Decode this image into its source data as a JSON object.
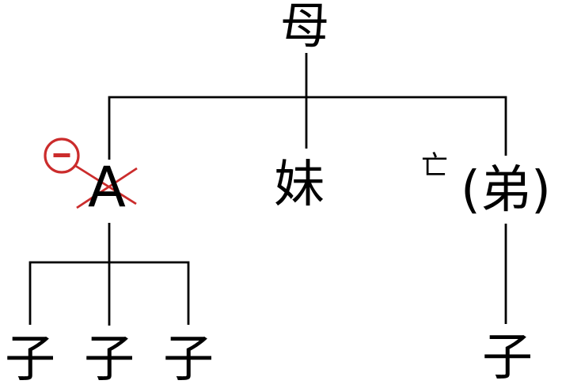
{
  "colors": {
    "line": "#000000",
    "red": "#cb2c2c"
  },
  "tree": {
    "root": {
      "label": "母"
    },
    "children": [
      {
        "label": "A",
        "badge": {
          "type": "minus-circle",
          "symbol": "-"
        },
        "crossed_out": true,
        "children": [
          {
            "label": "子"
          },
          {
            "label": "子"
          },
          {
            "label": "子"
          }
        ]
      },
      {
        "label": "妹",
        "children": []
      },
      {
        "label": "(弟)",
        "prefix": "亡",
        "children": [
          {
            "label": "子"
          }
        ]
      }
    ]
  }
}
